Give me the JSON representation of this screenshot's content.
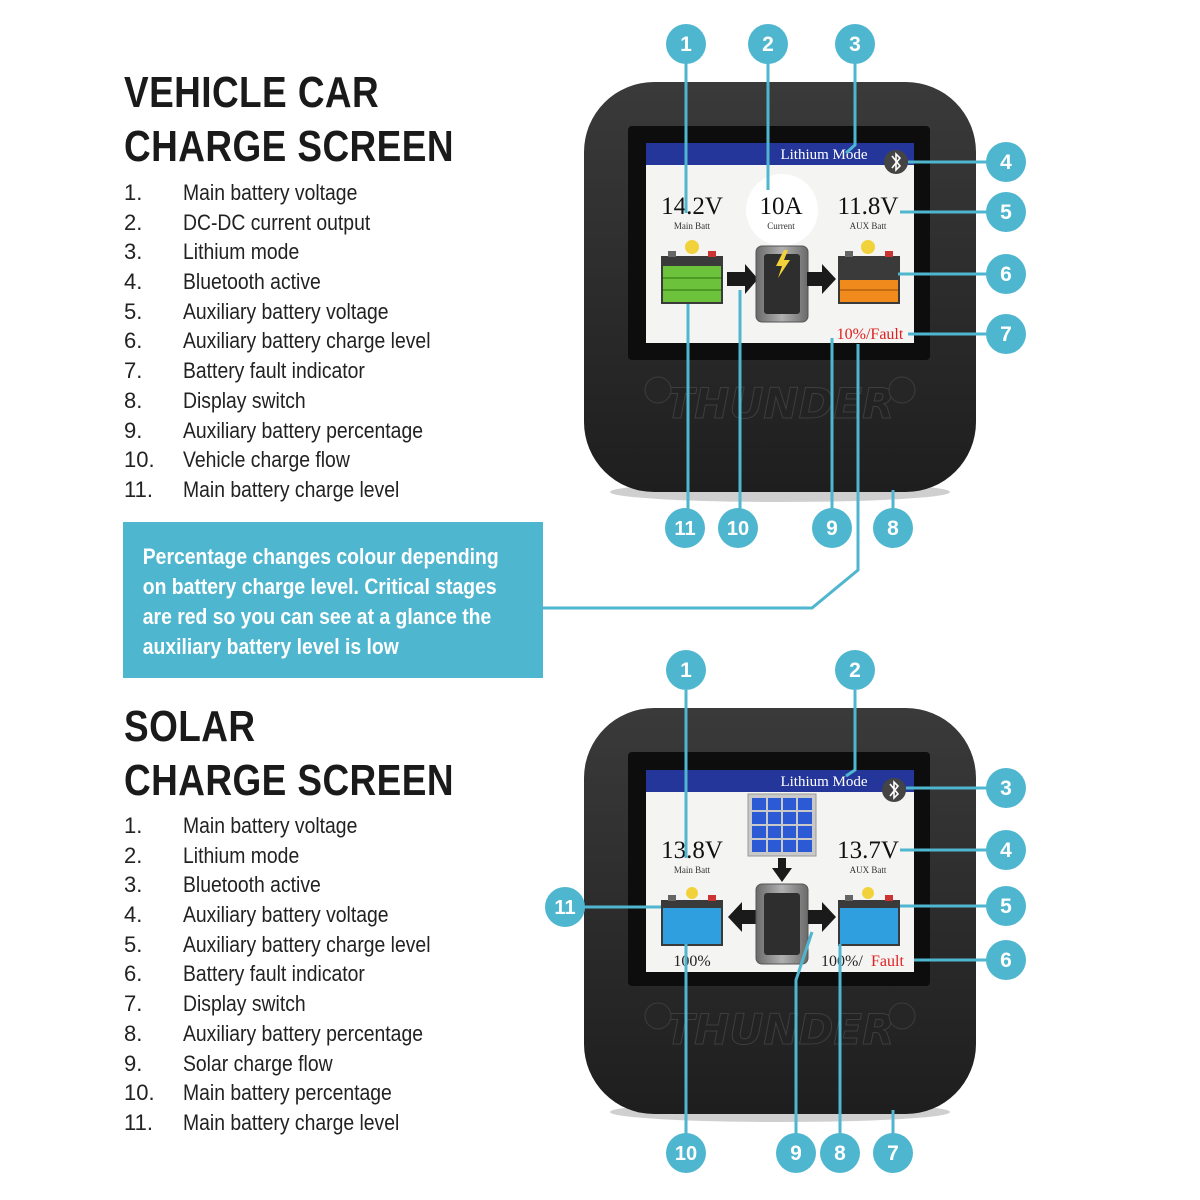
{
  "vehicle": {
    "title_line1": "VEHICLE CAR",
    "title_line2": "CHARGE SCREEN",
    "legend": [
      {
        "num": "1.",
        "label": "Main battery voltage"
      },
      {
        "num": "2.",
        "label": "DC-DC current output"
      },
      {
        "num": "3.",
        "label": "Lithium mode"
      },
      {
        "num": "4.",
        "label": "Bluetooth active"
      },
      {
        "num": "5.",
        "label": "Auxiliary battery voltage"
      },
      {
        "num": "6.",
        "label": "Auxiliary battery charge level"
      },
      {
        "num": "7.",
        "label": "Battery fault indicator"
      },
      {
        "num": "8.",
        "label": "Display switch"
      },
      {
        "num": "9.",
        "label": "Auxiliary battery percentage"
      },
      {
        "num": "10.",
        "label": "Vehicle charge flow"
      },
      {
        "num": "11.",
        "label": "Main battery charge level"
      }
    ],
    "screen": {
      "mode": "Lithium Mode",
      "main_voltage": "14.2V",
      "main_label": "Main Batt",
      "current": "10A",
      "current_label": "Current",
      "aux_voltage": "11.8V",
      "aux_label": "AUX Batt",
      "aux_status": "10%/Fault"
    },
    "callouts": [
      "1",
      "2",
      "3",
      "4",
      "5",
      "6",
      "7",
      "8",
      "9",
      "10",
      "11"
    ]
  },
  "note": "Percentage changes colour depending on battery charge level. Critical stages are red so you can see at a glance the auxiliary battery level is low",
  "solar": {
    "title_line1": "SOLAR",
    "title_line2": "CHARGE SCREEN",
    "legend": [
      {
        "num": "1.",
        "label": "Main battery voltage"
      },
      {
        "num": "2.",
        "label": "Lithium mode"
      },
      {
        "num": "3.",
        "label": "Bluetooth active"
      },
      {
        "num": "4.",
        "label": "Auxiliary battery voltage"
      },
      {
        "num": "5.",
        "label": "Auxiliary battery charge level"
      },
      {
        "num": "6.",
        "label": "Battery fault indicator"
      },
      {
        "num": "7.",
        "label": "Display switch"
      },
      {
        "num": "8.",
        "label": "Auxiliary battery percentage"
      },
      {
        "num": "9.",
        "label": "Solar charge flow"
      },
      {
        "num": "10.",
        "label": "Main battery percentage"
      },
      {
        "num": "11.",
        "label": "Main battery charge level"
      }
    ],
    "screen": {
      "mode": "Lithium Mode",
      "main_voltage": "13.8V",
      "main_label": "Main Batt",
      "aux_voltage": "13.7V",
      "aux_label": "AUX Batt",
      "main_percent": "100%",
      "aux_percent": "100%/",
      "aux_fault": "Fault"
    },
    "callouts": [
      "1",
      "2",
      "3",
      "4",
      "5",
      "6",
      "7",
      "8",
      "9",
      "10",
      "11"
    ]
  },
  "brand": "THUNDER",
  "colors": {
    "accent": "#4fb6cf",
    "screen_header": "#25369a",
    "fault_red": "#e02020",
    "battery_green": "#6cc23a",
    "battery_orange": "#f08a1c",
    "battery_blue": "#2f9fe0",
    "device_body": "#2b2b2b"
  }
}
